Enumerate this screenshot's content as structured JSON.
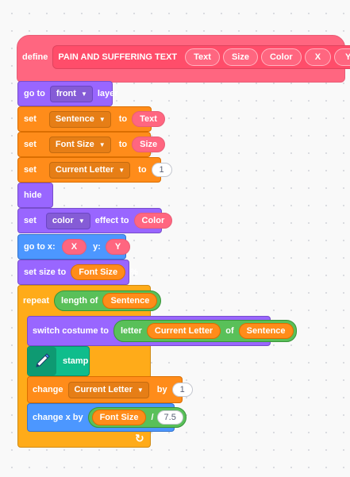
{
  "define": {
    "keyword": "define",
    "name": "PAIN AND SUFFERING TEXT",
    "params": [
      "Text",
      "Size",
      "Color",
      "X",
      "Y"
    ]
  },
  "goto_layer": {
    "prefix": "go to",
    "option": "front",
    "suffix": "layer"
  },
  "set_sentence": {
    "prefix": "set",
    "var": "Sentence",
    "to": "to",
    "value": "Text"
  },
  "set_fontsize": {
    "prefix": "set",
    "var": "Font Size",
    "to": "to",
    "value": "Size"
  },
  "set_letter": {
    "prefix": "set",
    "var": "Current Letter",
    "to": "to",
    "value": "1"
  },
  "hide": {
    "label": "hide"
  },
  "set_effect": {
    "prefix": "set",
    "effect": "color",
    "middle": "effect to",
    "value": "Color"
  },
  "goto_xy": {
    "prefix": "go to x:",
    "x": "X",
    "ylabel": "y:",
    "y": "Y"
  },
  "set_size": {
    "prefix": "set size to",
    "value": "Font Size",
    "suffix": "%"
  },
  "repeat": {
    "label": "repeat",
    "length_label": "length of",
    "value": "Sentence"
  },
  "switch_costume": {
    "label": "switch costume to",
    "letter_label": "letter",
    "index": "Current Letter",
    "of_label": "of",
    "value": "Sentence"
  },
  "stamp": {
    "label": "stamp"
  },
  "change_letter": {
    "prefix": "change",
    "var": "Current Letter",
    "by": "by",
    "value": "1"
  },
  "change_x": {
    "prefix": "change x by",
    "left": "Font Size",
    "op": "/",
    "right": "7.5"
  },
  "loop_arrow": "↻"
}
